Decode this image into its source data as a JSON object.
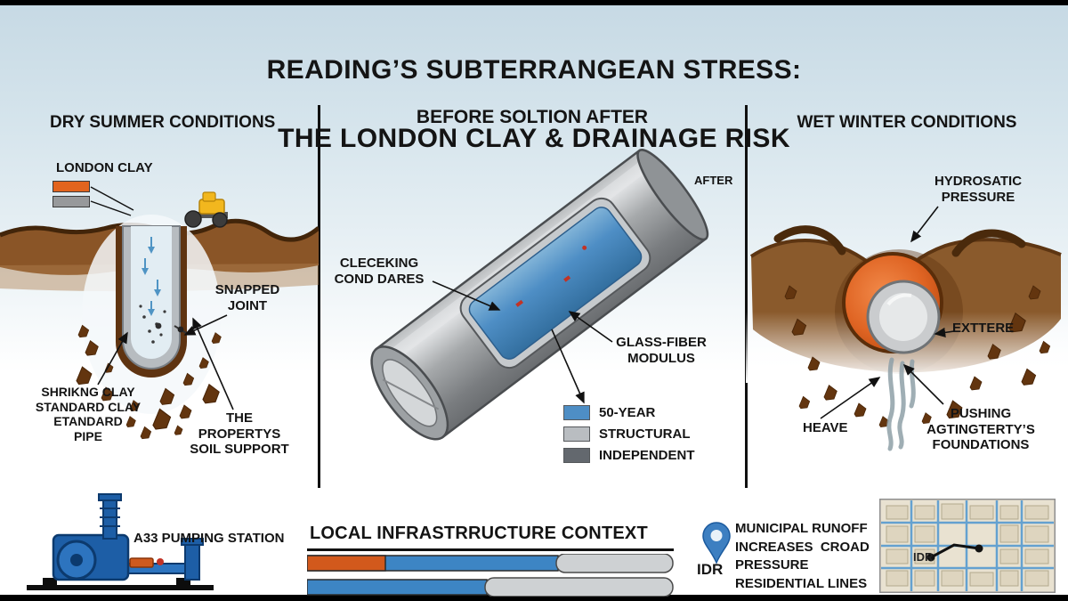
{
  "title": {
    "line1": "READING’S SUBTERRANGEAN STRESS:",
    "line2": "THE LONDON CLAY & DRAINAGE RISK"
  },
  "left_panel": {
    "heading": "DRY SUMMER CONDITIONS",
    "london_clay_label": "LONDON CLAY",
    "snapped_joint_label": "SNAPPED\nJOINT",
    "shrinking_clay_label": "SHRIKNG CLAY\nSTANDARD CLAY\nETANDARD\nPIPE",
    "soil_support_label": "THE PROPERTYS\nSOIL SUPPORT",
    "colors": {
      "clay_orange": "#e2641e",
      "clay_gray": "#97999b"
    }
  },
  "center_panel": {
    "heading": "BEFORE SOLTION AFTER",
    "after_label": "AFTER",
    "cracking_label": "CLECEKING\nCOND DARES",
    "glass_fiber_label": "GLASS-FIBER\nMODULUS",
    "legend": [
      {
        "label": "50-YEAR",
        "color": "#4e8ec5"
      },
      {
        "label": "STRUCTURAL",
        "color": "#b9bdc1"
      },
      {
        "label": "INDEPENDENT",
        "color": "#63686e"
      }
    ]
  },
  "right_panel": {
    "heading": "WET WINTER CONDITIONS",
    "hydrostatic_label": "HYDROSATIC\nPRESSURE",
    "exterior_label": "EXTTERE",
    "heave_label": "HEAVE",
    "pushing_label": "PUSHING\nAGTINGTERTY’S\nFOUNDATIONS"
  },
  "bottom": {
    "pump_label": "A33 PUMPING STATION",
    "infra_heading": "LOCAL INFRASTRRUCTURE CONTEXT",
    "runoff_text": "MUNICIPAL RUNOFF\nINCREASES  CROAD\nPRESSURE\nRESIDENTIAL LINES",
    "idr_label": "IDR",
    "map_label": "IDR"
  }
}
